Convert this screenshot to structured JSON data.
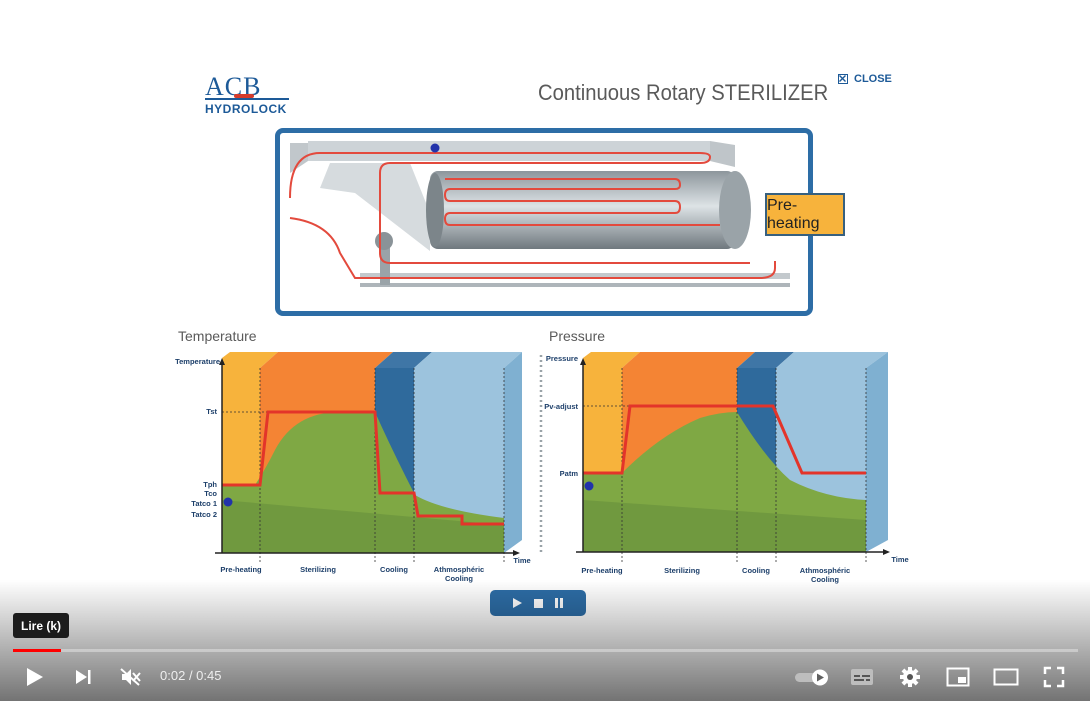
{
  "logo": {
    "line1": "ACB",
    "line2": "HYDROLOCK"
  },
  "header": {
    "title": "Continuous Rotary STERILIZER",
    "close_label": "CLOSE"
  },
  "machine": {
    "phase_label": "Pre-heating"
  },
  "temperature_chart": {
    "title": "Temperature",
    "y_axis_label": "Temperature",
    "x_axis_label": "Time",
    "y_ticks": [
      "Tst",
      "Tph",
      "Tco",
      "Tatco 1",
      "Tatco 2"
    ],
    "phases": [
      "Pre-heating",
      "Sterilizing",
      "Cooling",
      "Athmosphéric Cooling"
    ]
  },
  "pressure_chart": {
    "title": "Pressure",
    "y_axis_label": "Pressure",
    "x_axis_label": "Time",
    "y_ticks": [
      "Pv-adjust",
      "Patm"
    ],
    "phases": [
      "Pre-heating",
      "Sterilizing",
      "Cooling",
      "Athmosphéric Cooling"
    ]
  },
  "player": {
    "tooltip": "Lire (k)",
    "current_time": "0:02",
    "duration": "0:45",
    "progress_fraction": 0.045,
    "colors": {
      "progress": "#ff0000",
      "accent": "#2d6da6"
    }
  }
}
